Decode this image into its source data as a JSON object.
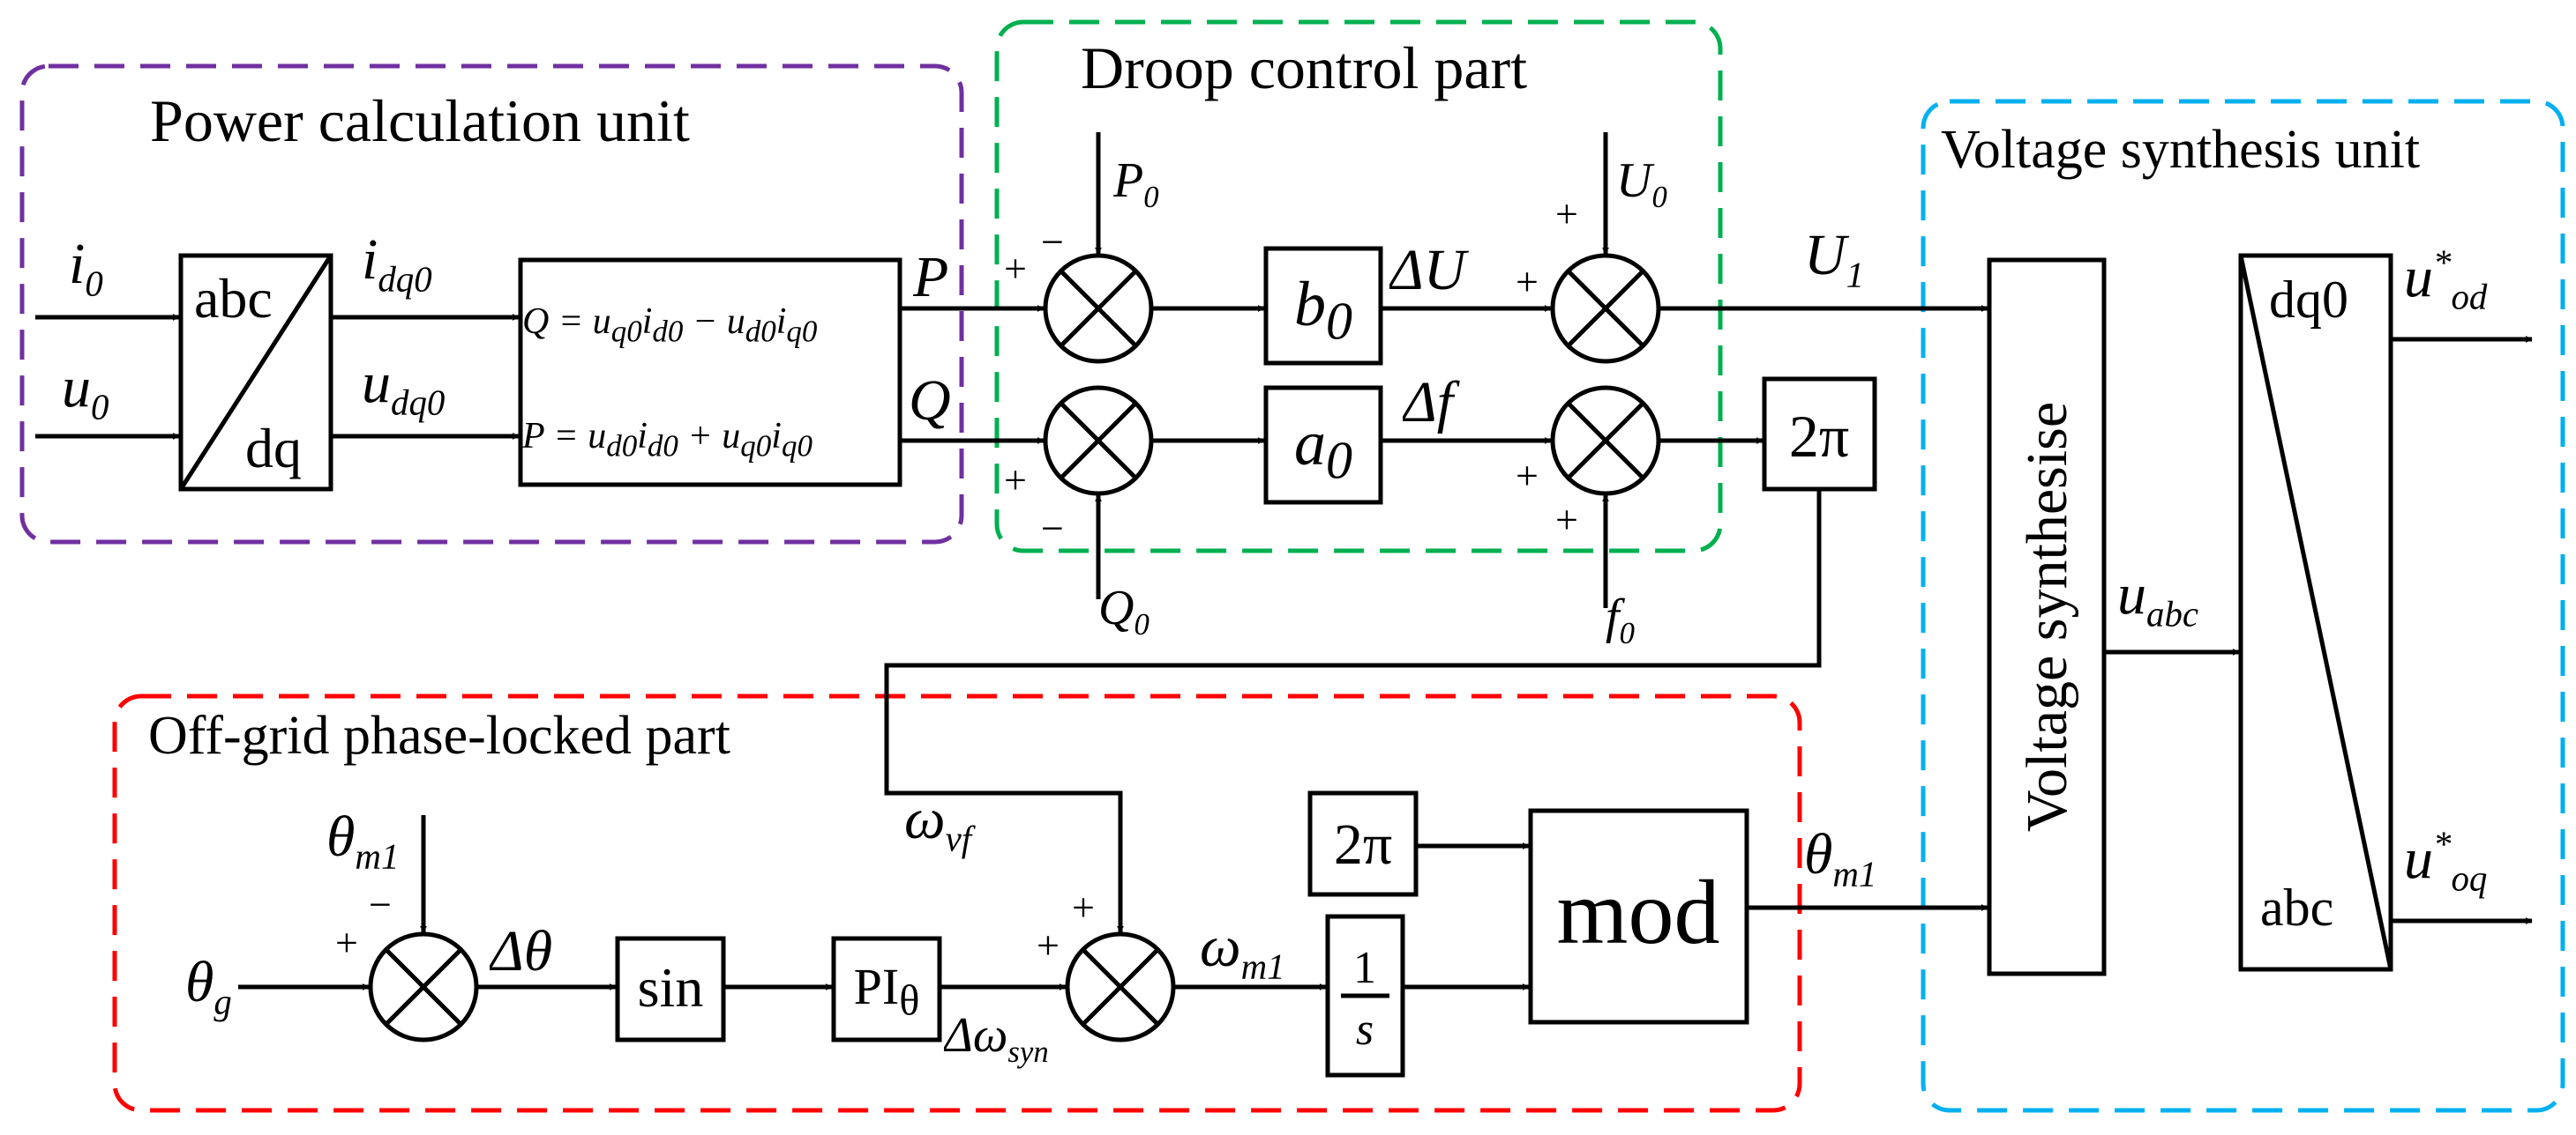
{
  "colors": {
    "power_region": "#7030A0",
    "droop_region": "#00B050",
    "voltage_region": "#00B0F0",
    "pll_region": "#FF0000",
    "line": "#000000"
  },
  "regions": {
    "power_title": "Power calculation unit",
    "droop_title": "Droop control part",
    "voltage_title": "Voltage synthesis unit",
    "pll_title": "Off-grid phase-locked part"
  },
  "blocks": {
    "abc_top": "abc",
    "abc_bottom": "dq",
    "power_q_eq": "Q = u<sub>q0</sub>i<sub>d0</sub> − u<sub>d0</sub>i<sub>q0</sub>",
    "power_p_eq": "P = u<sub>d0</sub>i<sub>d0</sub> + u<sub>q0</sub>i<sub>q0</sub>",
    "b0": "b<sub>0</sub>",
    "a0": "a<sub>0</sub>",
    "two_pi_droop": "2π",
    "voltage_synth": "Voltage synthesise",
    "dq0_label": "dq0",
    "abc_label": "abc",
    "sin": "sin",
    "pi": "PI<sub>θ</sub>",
    "two_pi_pll": "2π",
    "int_num": "1",
    "int_den": "s",
    "mod": "mod"
  },
  "signals": {
    "i0": "i<sub>0</sub>",
    "u0": "u<sub>0</sub>",
    "idq0": "i<sub>dq0</sub>",
    "udq0": "u<sub>dq0</sub>",
    "P": "P",
    "Q": "Q",
    "P0": "P<sub>0</sub>",
    "Q0": "Q<sub>0</sub>",
    "dU": "ΔU",
    "df": "Δf",
    "U0": "U<sub>0</sub>",
    "f0": "f<sub>0</sub>",
    "U1": "U<sub>1</sub>",
    "uabc": "u<sub>abc</sub>",
    "uod": "u<sup>*</sup><sub>od</sub>",
    "uoq": "u<sup>*</sup><sub>oq</sub>",
    "theta_m1_in": "θ<sub>m1</sub>",
    "theta_g": "θ<sub>g</sub>",
    "dtheta": "Δθ",
    "omega_vf": "ω<sub>vf</sub>",
    "omega_m1": "ω<sub>m1</sub>",
    "domega_syn": "Δω<sub>syn</sub>",
    "theta_m1_out": "θ<sub>m1</sub>"
  },
  "signs": {
    "plus": "+",
    "minus": "−"
  }
}
